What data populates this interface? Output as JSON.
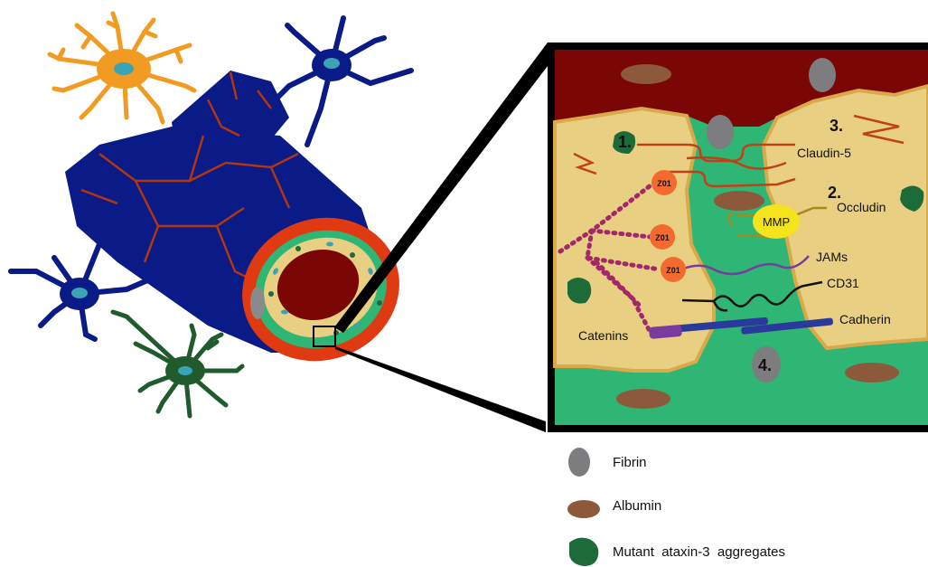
{
  "inset": {
    "labels": {
      "claudin": "Claudin-5",
      "occludin": "Occludin",
      "mmp": "MMP",
      "jams": "JAMs",
      "cd31": "CD31",
      "cadherin": "Cadherin",
      "catenins": "Catenins",
      "zo1_a": "Z01",
      "zo1_b": "Z01",
      "zo1_c": "Z01"
    },
    "numbers": {
      "n1": "1.",
      "n2": "2.",
      "n3": "3.",
      "n4": "4."
    }
  },
  "legend": {
    "items": [
      {
        "label": "Fibrin",
        "icon": "fibrin-icon",
        "color": "#7d7d7f"
      },
      {
        "label": "Albumin",
        "icon": "albumin-icon",
        "color": "#8c5a3a"
      },
      {
        "label": "Mutant  ataxin-3  aggregates",
        "icon": "aggregate-icon",
        "color": "#1e6b3a"
      }
    ]
  },
  "colors": {
    "vessel": "#0a1a86",
    "vessel_crack": "#b3360f",
    "lumen": "#7a0606",
    "endothelium": "#e8cf82",
    "basement": "#2fb574",
    "astrocyte": "#f29b22",
    "neuron_green": "#1f5b2c",
    "cell_nucleus": "#3aa4b5"
  }
}
